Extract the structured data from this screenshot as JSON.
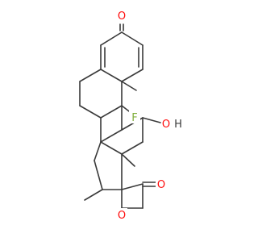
{
  "colors": {
    "bond": "#3a3a3a",
    "oxygen": "#ff0d0d",
    "fluorine": "#7fae3a",
    "hydrogen": "#3a3a3a",
    "background": "#ffffff"
  },
  "labels": {
    "ketone_o": "O",
    "fluorine": "F",
    "hydroxyl_o": "O",
    "hydroxyl_h": "H",
    "lactone_carbonyl_o": "O",
    "ring_o": "O"
  }
}
